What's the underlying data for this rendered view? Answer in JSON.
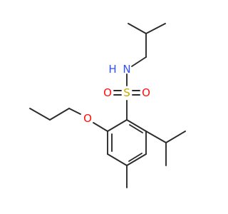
{
  "molecule": {
    "atoms": {
      "nitrogen": {
        "label": "N",
        "color": "#3050f8"
      },
      "hydrogen": {
        "label": "H",
        "color": "#3050f8"
      },
      "sulfur": {
        "label": "S",
        "color": "#c9a800"
      },
      "oxygen_left": {
        "label": "O",
        "color": "#ff0d0d"
      },
      "oxygen_right": {
        "label": "O",
        "color": "#ff0d0d"
      },
      "oxygen_ether": {
        "label": "O",
        "color": "#ff0d0d"
      }
    },
    "bond_color": "#2b2b2b"
  }
}
